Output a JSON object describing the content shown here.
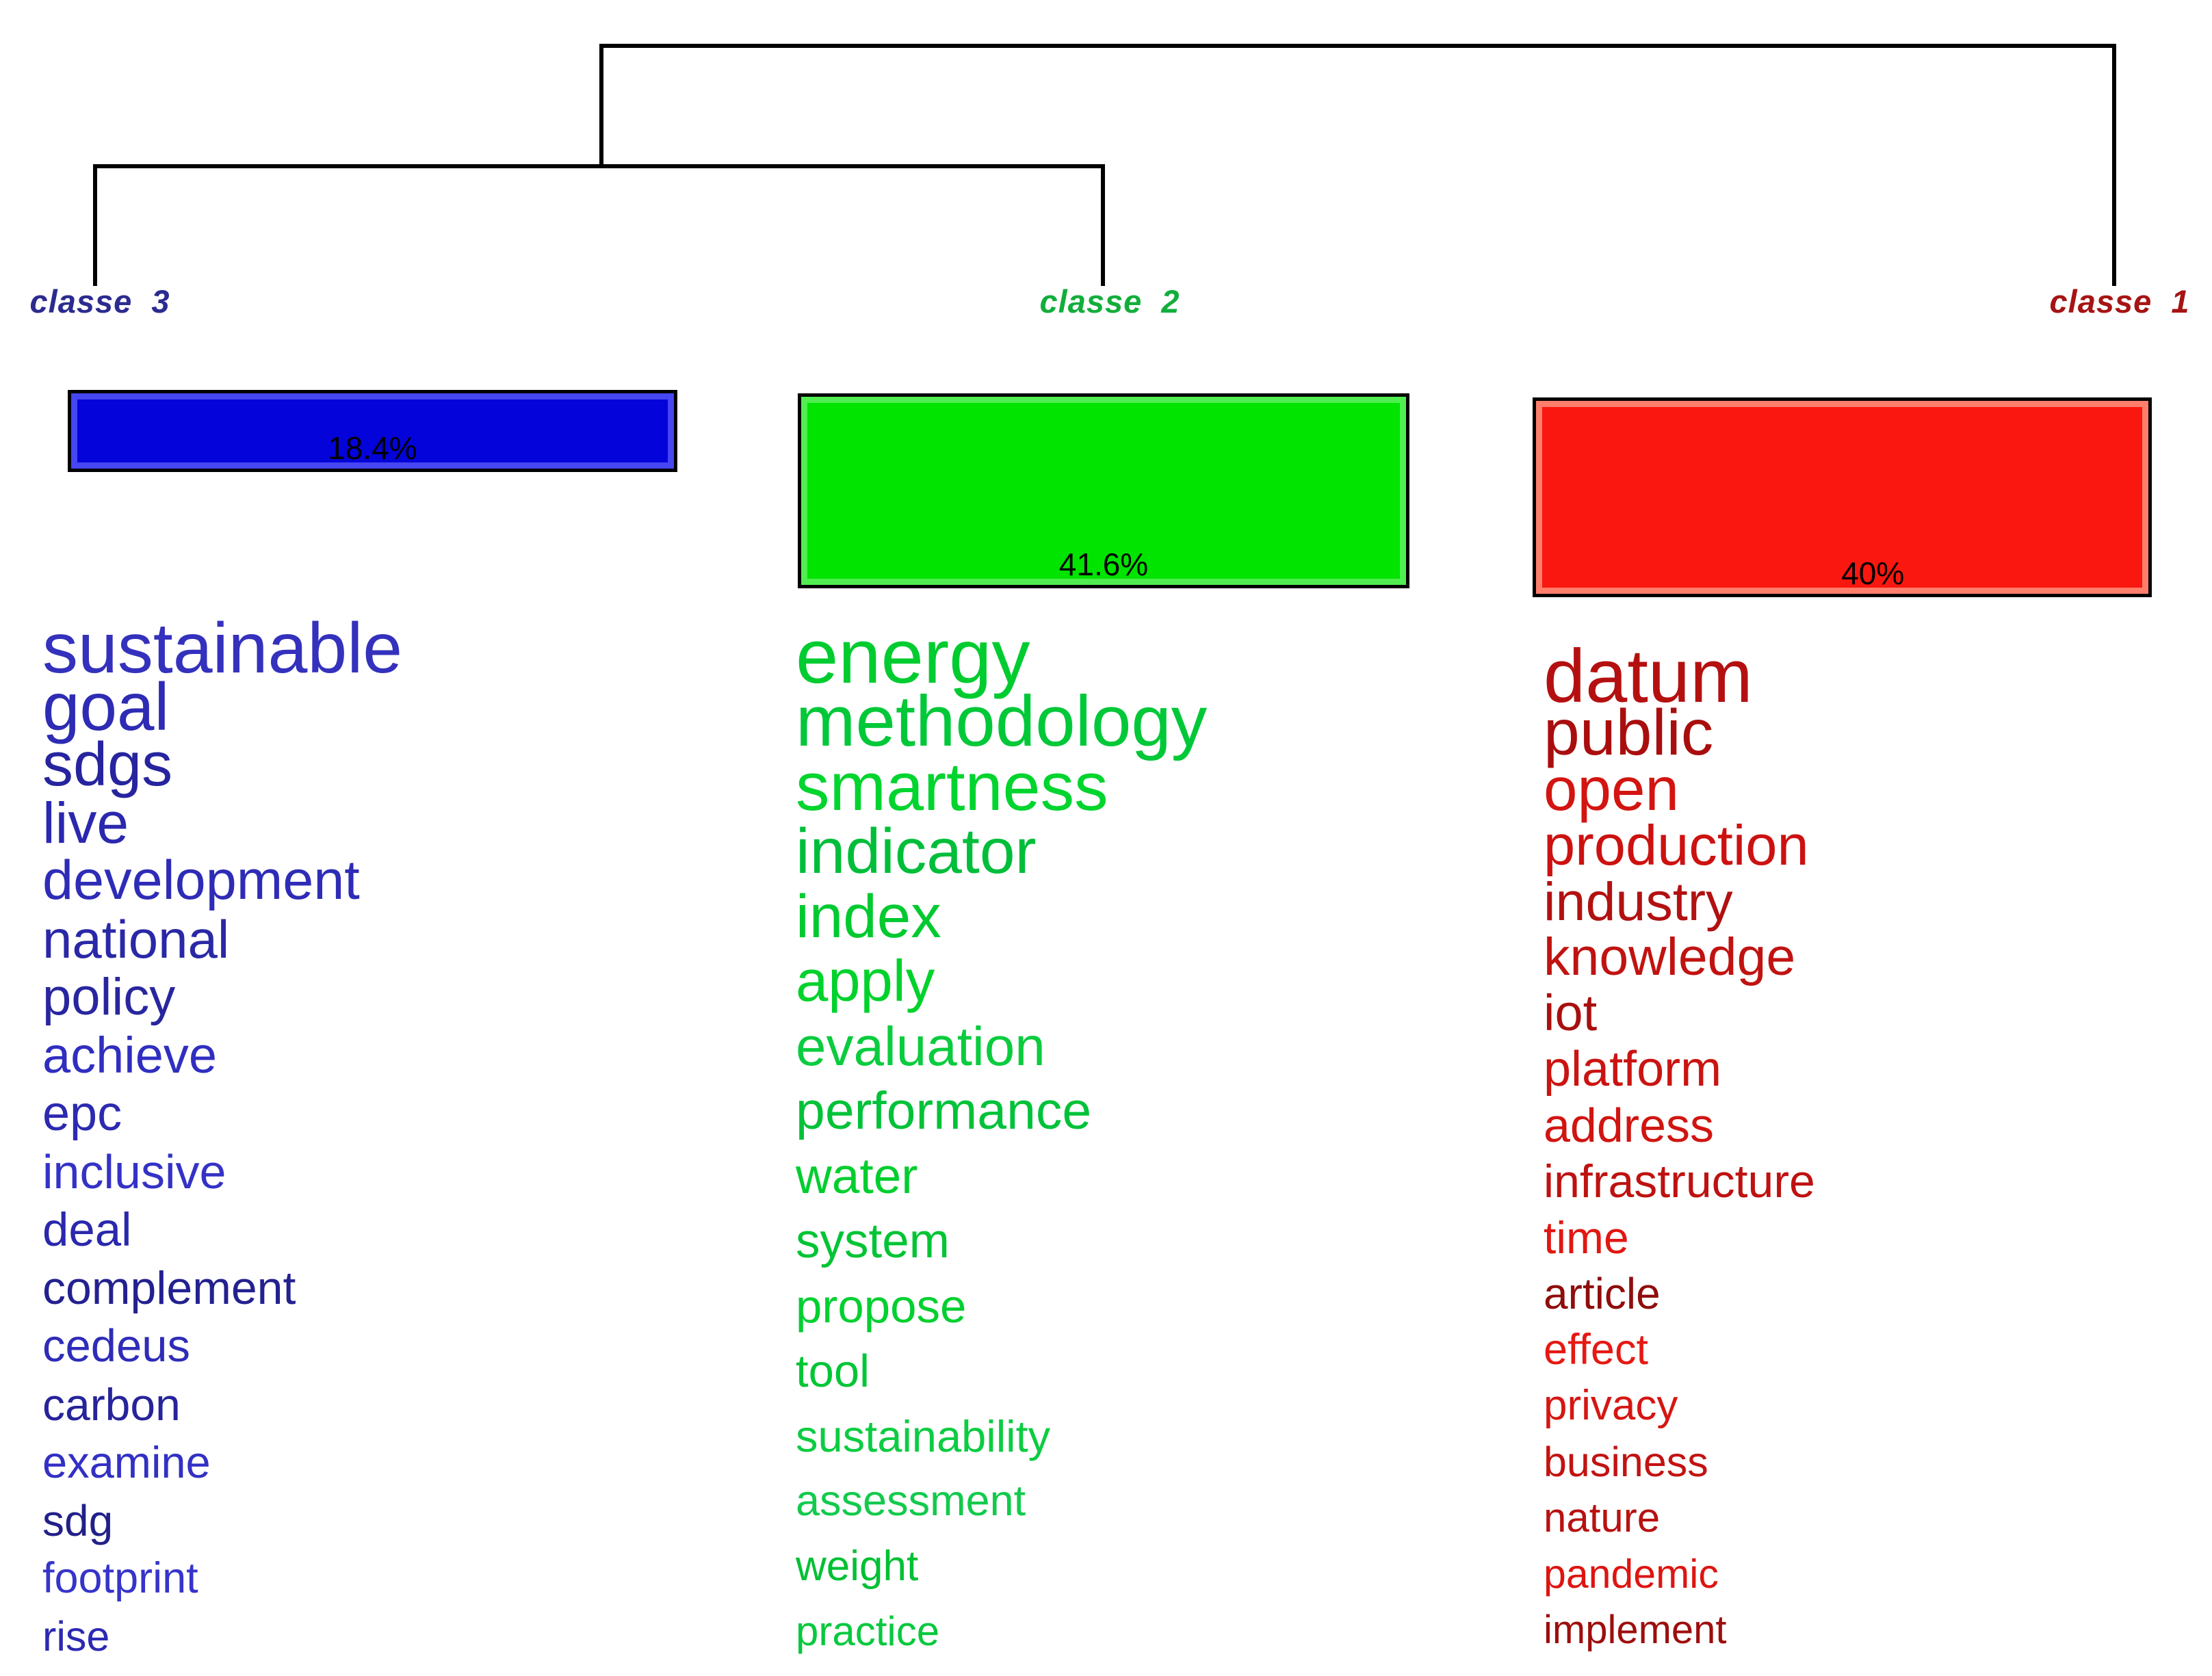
{
  "chart_data": {
    "type": "dendrogram_wordcloud",
    "description": "Descending hierarchical classification dendrogram with three classes, class percentage bars and characteristic word lists",
    "hierarchy": "((classe 3, classe 2), classe 1)",
    "background_color": "#ffffff",
    "tree_line_color": "#000000",
    "percent_text_color": "#000000",
    "classes": [
      {
        "id": "classe3",
        "label": "classe  3",
        "label_color": "#2b2b8f",
        "percent": 18.4,
        "percent_label": "18.4%",
        "bar_fill": "#0303da",
        "bar_inner_highlight": "#4646f2",
        "bar_border": "#000000",
        "words": [
          {
            "t": "sustainable",
            "s": 104,
            "c": "#3431bd"
          },
          {
            "t": "goal",
            "s": 98,
            "c": "#2e2bb4"
          },
          {
            "t": "sdgs",
            "s": 90,
            "c": "#26249e"
          },
          {
            "t": "live",
            "s": 84,
            "c": "#2a28ae"
          },
          {
            "t": "development",
            "s": 81,
            "c": "#2e2cb6"
          },
          {
            "t": "national",
            "s": 78,
            "c": "#2a28a6"
          },
          {
            "t": "policy",
            "s": 76,
            "c": "#28269e"
          },
          {
            "t": "achieve",
            "s": 74,
            "c": "#302ec0"
          },
          {
            "t": "epc",
            "s": 72,
            "c": "#2c2ab0"
          },
          {
            "t": "inclusive",
            "s": 70,
            "c": "#3432c6"
          },
          {
            "t": "deal",
            "s": 69,
            "c": "#2a28ac"
          },
          {
            "t": "complement",
            "s": 68,
            "c": "#232190"
          },
          {
            "t": "cedeus",
            "s": 67,
            "c": "#2e2cb8"
          },
          {
            "t": "carbon",
            "s": 66,
            "c": "#26249a"
          },
          {
            "t": "examine",
            "s": 65,
            "c": "#3230c4"
          },
          {
            "t": "sdg",
            "s": 64,
            "c": "#222088"
          },
          {
            "t": "footprint",
            "s": 63,
            "c": "#3634ca"
          },
          {
            "t": "rise",
            "s": 61,
            "c": "#2c2ab2"
          }
        ]
      },
      {
        "id": "classe2",
        "label": "classe  2",
        "label_color": "#12ae3c",
        "percent": 41.6,
        "percent_label": "41.6%",
        "bar_fill": "#00e400",
        "bar_inner_highlight": "#50ee50",
        "bar_border": "#000000",
        "words": [
          {
            "t": "energy",
            "s": 112,
            "c": "#00cc30"
          },
          {
            "t": "methodology",
            "s": 105,
            "c": "#00c838"
          },
          {
            "t": "smartness",
            "s": 99,
            "c": "#00d42e"
          },
          {
            "t": "indicator",
            "s": 93,
            "c": "#00be3a"
          },
          {
            "t": "index",
            "s": 89,
            "c": "#00ca30"
          },
          {
            "t": "apply",
            "s": 85,
            "c": "#00d22c"
          },
          {
            "t": "evaluation",
            "s": 80,
            "c": "#0acc3e"
          },
          {
            "t": "performance",
            "s": 77,
            "c": "#00c238"
          },
          {
            "t": "water",
            "s": 73,
            "c": "#00ce2e"
          },
          {
            "t": "system",
            "s": 71,
            "c": "#00c434"
          },
          {
            "t": "propose",
            "s": 69,
            "c": "#00d030"
          },
          {
            "t": "tool",
            "s": 67,
            "c": "#00c636"
          },
          {
            "t": "sustainability",
            "s": 65,
            "c": "#0ccc42"
          },
          {
            "t": "assessment",
            "s": 63,
            "c": "#12ca4c"
          },
          {
            "t": "weight",
            "s": 62,
            "c": "#00c034"
          },
          {
            "t": "practice",
            "s": 60,
            "c": "#08c83e"
          }
        ]
      },
      {
        "id": "classe1",
        "label": "classe  1",
        "label_color": "#a61414",
        "percent": 40,
        "percent_label": "40%",
        "bar_fill": "#f9170f",
        "bar_inner_highlight": "#ff7e6c",
        "bar_border": "#000000",
        "words": [
          {
            "t": "datum",
            "s": 110,
            "c": "#b51010"
          },
          {
            "t": "public",
            "s": 95,
            "c": "#a90e0e"
          },
          {
            "t": "open",
            "s": 89,
            "c": "#d31511"
          },
          {
            "t": "production",
            "s": 83,
            "c": "#cc1210"
          },
          {
            "t": "industry",
            "s": 79,
            "c": "#b21111"
          },
          {
            "t": "knowledge",
            "s": 77,
            "c": "#c01311"
          },
          {
            "t": "iot",
            "s": 74,
            "c": "#a80f0f"
          },
          {
            "t": "platform",
            "s": 72,
            "c": "#ca1411"
          },
          {
            "t": "address",
            "s": 70,
            "c": "#d01511"
          },
          {
            "t": "infrastructure",
            "s": 68,
            "c": "#be1210"
          },
          {
            "t": "time",
            "s": 66,
            "c": "#e11712"
          },
          {
            "t": "article",
            "s": 64,
            "c": "#8f0d0d"
          },
          {
            "t": "effect",
            "s": 63,
            "c": "#e61912"
          },
          {
            "t": "privacy",
            "s": 62,
            "c": "#d51612"
          },
          {
            "t": "business",
            "s": 61,
            "c": "#c21311"
          },
          {
            "t": "nature",
            "s": 60,
            "c": "#b81111"
          },
          {
            "t": "pandemic",
            "s": 59,
            "c": "#dd1511"
          },
          {
            "t": "implement",
            "s": 58,
            "c": "#9c0e0d"
          }
        ]
      }
    ]
  }
}
